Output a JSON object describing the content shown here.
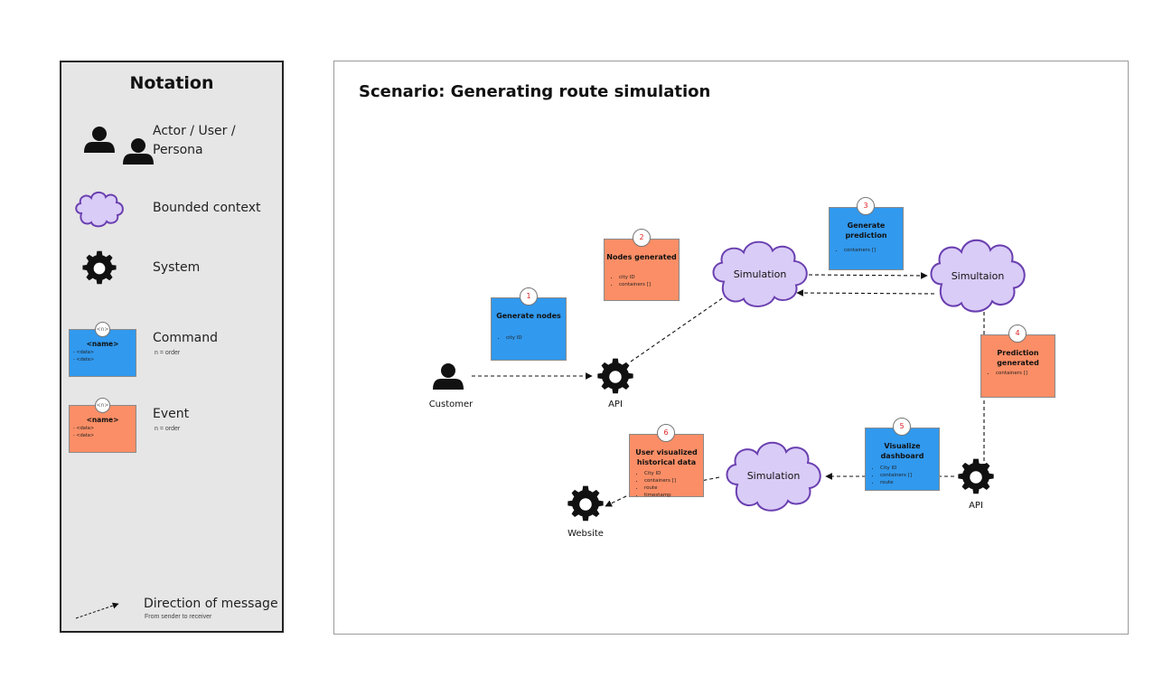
{
  "legend": {
    "title": "Notation",
    "items": {
      "actor": {
        "label_line1": "Actor / User /",
        "label_line2": "Persona"
      },
      "bounded_context": {
        "label": "Bounded context"
      },
      "system": {
        "label": "System"
      },
      "command": {
        "label": "Command",
        "sub": "n = order",
        "badge": "<n>",
        "name": "<name>",
        "data1": "- <data>",
        "data2": "- <data>"
      },
      "event": {
        "label": "Event",
        "sub": "n = order",
        "badge": "<n>",
        "name": "<name>",
        "data1": "- <data>",
        "data2": "- <data>"
      },
      "direction": {
        "label": "Direction of message",
        "sub": "From sender to receiver"
      }
    }
  },
  "scenario": {
    "title": "Scenario: Generating route simulation",
    "actors": {
      "customer": "Customer"
    },
    "systems": {
      "api_left": "API",
      "api_right": "API",
      "website": "Website"
    },
    "contexts": {
      "simulation_top": "Simulation",
      "simultaion": "Simultaion",
      "simulation_bottom": "Simulation"
    },
    "stickies": {
      "s1": {
        "order": "1",
        "kind": "command",
        "title": "Generate nodes",
        "items": [
          "city ID"
        ]
      },
      "s2": {
        "order": "2",
        "kind": "event",
        "title": "Nodes generated",
        "items": [
          "city ID",
          "containers []"
        ]
      },
      "s3": {
        "order": "3",
        "kind": "command",
        "title_line1": "Generate",
        "title_line2": "prediction",
        "items": [
          "containers []"
        ]
      },
      "s4": {
        "order": "4",
        "kind": "event",
        "title_line1": "Prediction",
        "title_line2": "generated",
        "items": [
          "containers []"
        ]
      },
      "s5": {
        "order": "5",
        "kind": "command",
        "title_line1": "Visualize",
        "title_line2": "dashboard",
        "items": [
          "City ID",
          "containers []",
          "route"
        ]
      },
      "s6": {
        "order": "6",
        "kind": "event",
        "title_line1": "User visualized",
        "title_line2": "historical data",
        "items": [
          "City ID",
          "containers []",
          "route",
          "timestamp"
        ]
      }
    }
  },
  "colors": {
    "command": "#3199ee",
    "event": "#fb8e66",
    "context_fill": "#d9ccf7",
    "context_stroke": "#6a3fb0",
    "legend_bg": "#e6e6e6"
  },
  "icons": [
    "person-icon",
    "cloud-icon",
    "gear-icon",
    "dashed-arrow-icon"
  ]
}
